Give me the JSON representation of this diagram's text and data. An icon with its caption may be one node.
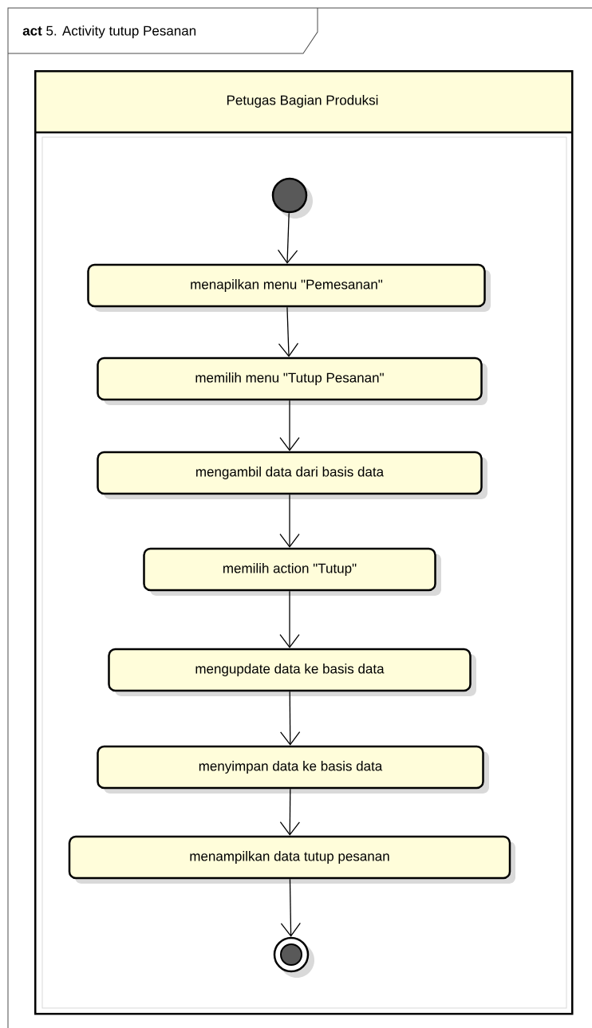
{
  "diagram": {
    "title": "**act** 5. Activity tutup Pesanan",
    "nodes": [
      {
        "text": [
          "Petugas Bagian Produksi"
        ]
      },
      {
        "text": [],
        "shape": "circle",
        "in": 0
      },
      {
        "text": [
          "menapilkan menu \"Pemesanan\""
        ],
        "in": 0
      },
      {
        "text": [
          "memilih menu \"Tutup Pesanan\""
        ],
        "in": 0
      },
      {
        "text": [
          "mengambil data dari basis data"
        ],
        "in": 0
      },
      {
        "text": [
          "memilih action \"Tutup\""
        ],
        "in": 0
      },
      {
        "text": [
          "mengupdate data ke basis data"
        ],
        "in": 0
      },
      {
        "text": [
          "menyimpan data ke basis data"
        ],
        "in": 0
      },
      {
        "text": [
          "menampilkan data tutup pesanan"
        ],
        "in": 0
      },
      {
        "text": [],
        "shape": "circle",
        "in": 0
      }
    ],
    "edges": [
      {
        "from": 1,
        "to": 2,
        "arrow": "to"
      },
      {
        "from": 2,
        "to": 3,
        "arrow": "to"
      },
      {
        "from": 3,
        "to": 4,
        "arrow": "to"
      },
      {
        "from": 4,
        "to": 5,
        "arrow": "to"
      },
      {
        "from": 5,
        "to": 6,
        "arrow": "to"
      },
      {
        "from": 6,
        "to": 7,
        "arrow": "to"
      },
      {
        "from": 7,
        "to": 8,
        "arrow": "to"
      },
      {
        "from": 8,
        "to": 9,
        "arrow": "to"
      }
    ]
  }
}
